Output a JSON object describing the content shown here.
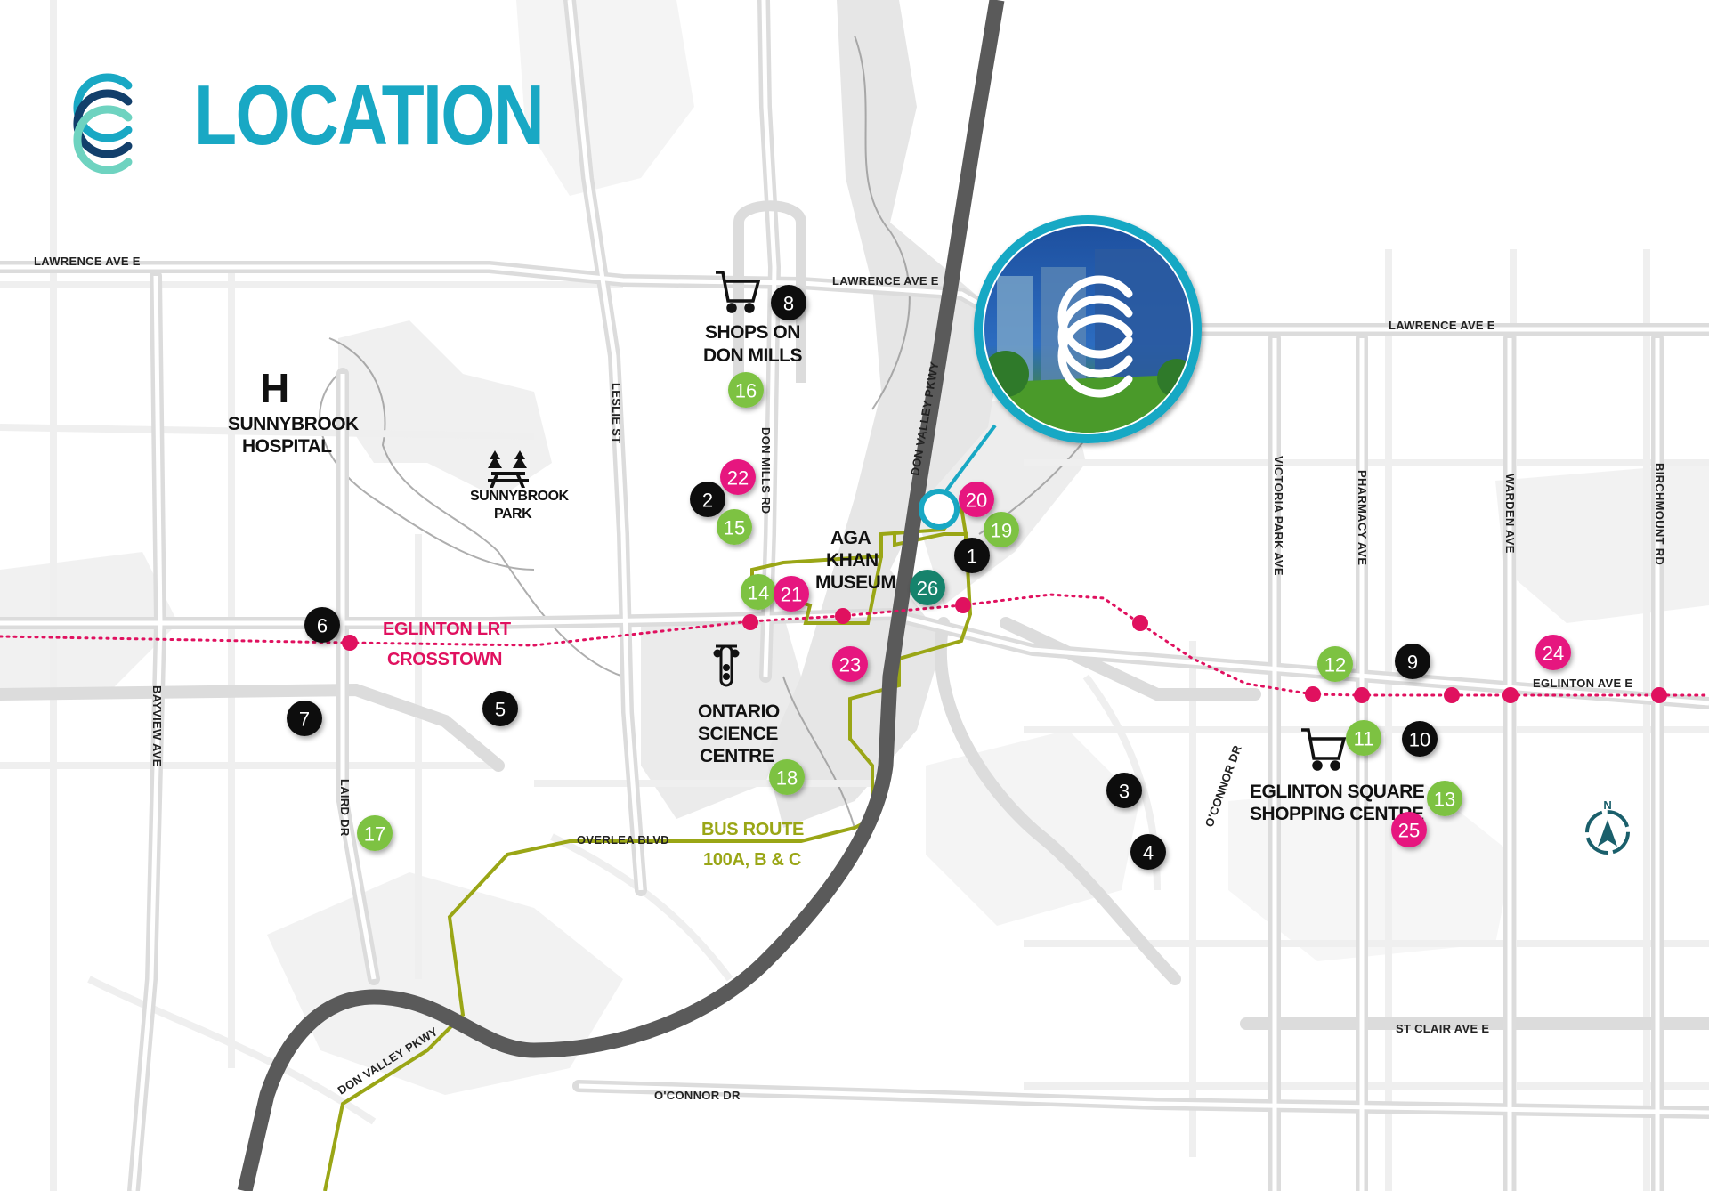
{
  "title": "LOCATION",
  "colors": {
    "accent": "#19a8c4",
    "lrt": "#e0115f",
    "bus": "#9aa616",
    "highway": "#555555",
    "category_black": "#111111",
    "category_green": "#7dc242",
    "category_pink": "#e6157f",
    "category_teal": "#16836c"
  },
  "roads": {
    "lawrence_w": "LAWRENCE AVE E",
    "lawrence_mid": "LAWRENCE AVE E",
    "lawrence_e": "LAWRENCE AVE E",
    "leslie": "LESLIE ST",
    "don_mills": "DON MILLS RD",
    "dvp_n": "DON VALLEY PKWY",
    "dvp_s": "DON VALLEY PKWY",
    "bayview": "BAYVIEW AVE",
    "laird": "LAIRD DR",
    "overlea": "OVERLEA BLVD",
    "oconnor_n": "O'CONNOR DR",
    "oconnor_s": "O'CONNOR DR",
    "victoria_park": "VICTORIA PARK AVE",
    "pharmacy": "PHARMACY AVE",
    "warden": "WARDEN AVE",
    "birchmount": "BIRCHMOUNT RD",
    "eglinton": "EGLINTON AVE E",
    "st_clair": "ST CLAIR AVE E"
  },
  "places": {
    "shops_l1": "SHOPS ON",
    "shops_l2": "DON MILLS",
    "hospital_l1": "SUNNYBROOK",
    "hospital_l2": "HOSPITAL",
    "park_l1": "SUNNYBROOK",
    "park_l2": "PARK",
    "aga_l1": "AGA",
    "aga_l2": "KHAN",
    "aga_l3": "MUSEUM",
    "science_l1": "ONTARIO",
    "science_l2": "SCIENCE",
    "science_l3": "CENTRE",
    "eglinton_sq_l1": "EGLINTON SQUARE",
    "eglinton_sq_l2": "SHOPPING CENTRE",
    "hospital_icon_text": "H",
    "compass_text": "N"
  },
  "transit": {
    "lrt_l1": "EGLINTON LRT",
    "lrt_l2": "CROSSTOWN",
    "bus_l1": "BUS ROUTE",
    "bus_l2": "100A, B & C"
  },
  "markers": [
    {
      "label": "1",
      "category": "black"
    },
    {
      "label": "2",
      "category": "black"
    },
    {
      "label": "3",
      "category": "black"
    },
    {
      "label": "4",
      "category": "black"
    },
    {
      "label": "5",
      "category": "black"
    },
    {
      "label": "6",
      "category": "black"
    },
    {
      "label": "7",
      "category": "black"
    },
    {
      "label": "8",
      "category": "black"
    },
    {
      "label": "9",
      "category": "black"
    },
    {
      "label": "10",
      "category": "black"
    },
    {
      "label": "11",
      "category": "green"
    },
    {
      "label": "12",
      "category": "green"
    },
    {
      "label": "13",
      "category": "green"
    },
    {
      "label": "14",
      "category": "green"
    },
    {
      "label": "15",
      "category": "green"
    },
    {
      "label": "16",
      "category": "green"
    },
    {
      "label": "17",
      "category": "green"
    },
    {
      "label": "18",
      "category": "green"
    },
    {
      "label": "19",
      "category": "green"
    },
    {
      "label": "20",
      "category": "pink"
    },
    {
      "label": "21",
      "category": "pink"
    },
    {
      "label": "22",
      "category": "pink"
    },
    {
      "label": "23",
      "category": "pink"
    },
    {
      "label": "24",
      "category": "pink"
    },
    {
      "label": "25",
      "category": "pink"
    },
    {
      "label": "26",
      "category": "teal"
    }
  ]
}
